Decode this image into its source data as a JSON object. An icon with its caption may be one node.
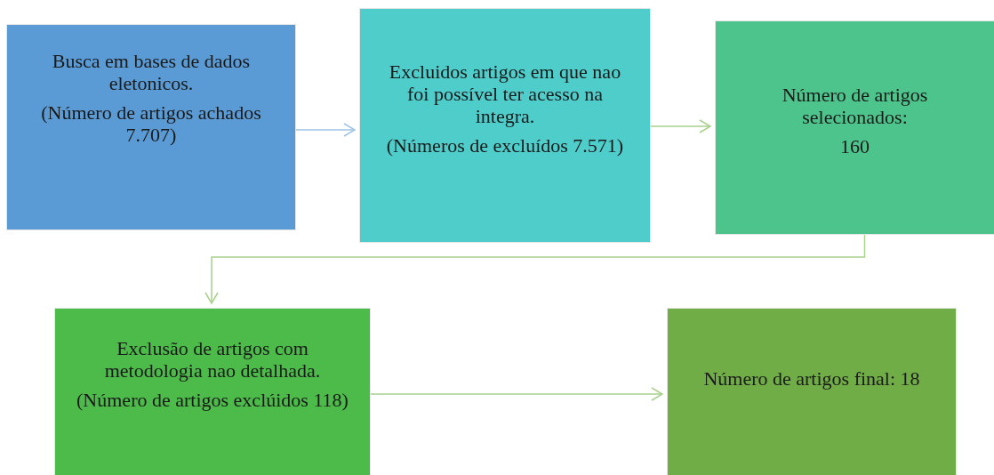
{
  "diagram": {
    "nodes": [
      {
        "text": [
          "Busca em bases de dados eletonicos.",
          "(Número de artigos achados 7.707)"
        ]
      },
      {
        "text": [
          "Excluidos artigos em que nao foi possível ter acesso na integra.",
          "(Números de excluídos 7.571)"
        ]
      },
      {
        "text": [
          "Número de artigos selecionados:",
          "160"
        ]
      },
      {
        "text": [
          "Exclusão de artigos com metodologia nao detalhada.",
          "(Número de artigos exclúidos 118)"
        ]
      },
      {
        "text": [
          "Número de artigos final: 18"
        ]
      }
    ],
    "edges": [
      {
        "from": 0,
        "to": 1,
        "arrow": "to",
        "color": "#9dc3e6"
      },
      {
        "from": 1,
        "to": 2,
        "arrow": "to"
      },
      {
        "from": 2,
        "to": 3,
        "arrow": "to"
      },
      {
        "from": 3,
        "to": 4,
        "arrow": "to"
      }
    ]
  }
}
